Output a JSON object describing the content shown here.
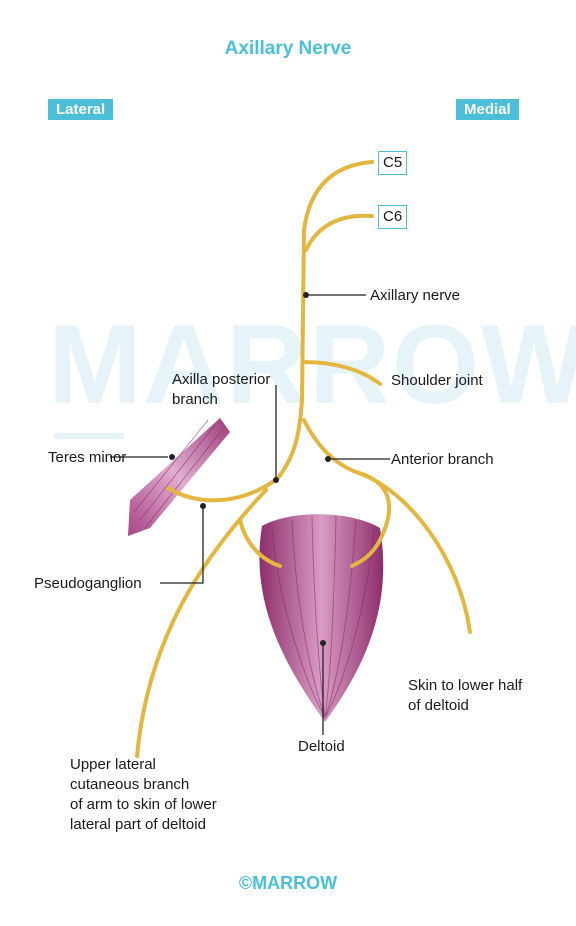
{
  "title": "Axillary Nerve",
  "side_labels": {
    "lateral": "Lateral",
    "medial": "Medial"
  },
  "watermark": "MARROW",
  "roots": {
    "c5": "C5",
    "c6": "C6"
  },
  "labels": {
    "axillary_nerve": "Axillary nerve",
    "shoulder_joint": "Shoulder joint",
    "axilla_posterior_branch_1": "Axilla posterior",
    "axilla_posterior_branch_2": "branch",
    "teres_minor": "Teres minor",
    "anterior_branch": "Anterior branch",
    "pseudoganglion": "Pseudoganglion",
    "skin_lower_half_1": "Skin to lower half",
    "skin_lower_half_2": "of deltoid",
    "deltoid": "Deltoid",
    "upper_lateral_1": "Upper lateral",
    "upper_lateral_2": "cutaneous branch",
    "upper_lateral_3": "of arm to skin of lower",
    "upper_lateral_4": "lateral part of deltoid"
  },
  "copyright": "©MARROW",
  "colors": {
    "accent": "#4bbfd8",
    "nerve": "#e9c04c",
    "muscle": "#b4508c"
  }
}
